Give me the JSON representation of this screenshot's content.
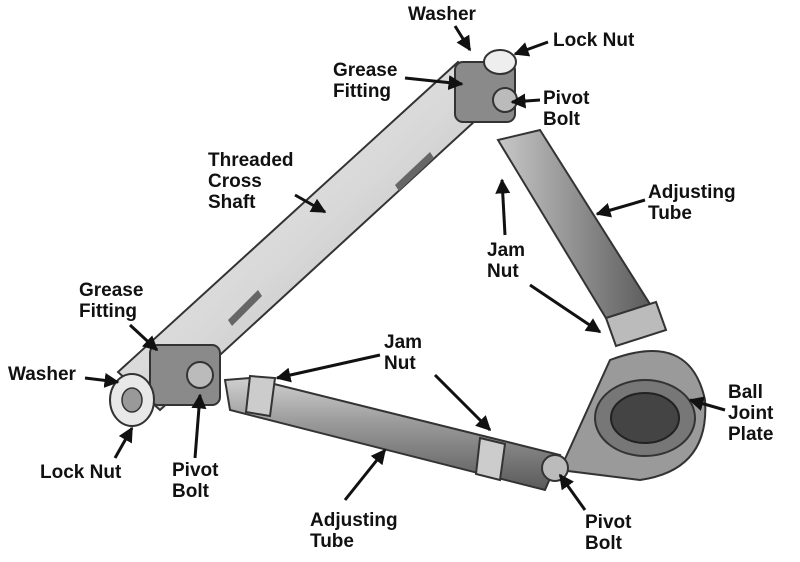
{
  "labels": {
    "washer_top": "Washer",
    "lock_nut_top": "Lock Nut",
    "grease_fitting_top": "Grease\nFitting",
    "pivot_bolt_top": "Pivot\nBolt",
    "threaded_cross_shaft": "Threaded\nCross\nShaft",
    "adjusting_tube_right": "Adjusting\nTube",
    "jam_nut_right": "Jam\nNut",
    "grease_fitting_left": "Grease\nFitting",
    "washer_left": "Washer",
    "jam_nut_bottom": "Jam\nNut",
    "ball_joint_plate": "Ball\nJoint\nPlate",
    "lock_nut_left": "Lock Nut",
    "pivot_bolt_left": "Pivot\nBolt",
    "adjusting_tube_bottom": "Adjusting\nTube",
    "pivot_bolt_right": "Pivot\nBolt"
  }
}
